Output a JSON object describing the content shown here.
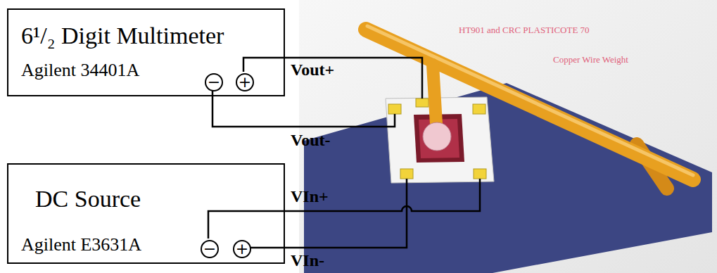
{
  "diagram": {
    "nodes": [
      {
        "text": [
          "6¹/₂ Digit Multimeter",
          "Agilent 34401A"
        ]
      },
      {
        "text": [
          "−"
        ],
        "in": 0
      },
      {
        "text": [
          "+"
        ],
        "in": 0
      },
      {
        "text": [
          "DC Source",
          "Agilent E3631A"
        ]
      },
      {
        "text": [
          "−"
        ],
        "in": 3
      },
      {
        "text": [
          "+"
        ],
        "in": 3
      }
    ],
    "labels": [
      "Vout+",
      "Vout-",
      "VIn+",
      "VIn-",
      "HT901 and CRC PLASTICOTE 70",
      "Copper Wire Weight"
    ]
  }
}
